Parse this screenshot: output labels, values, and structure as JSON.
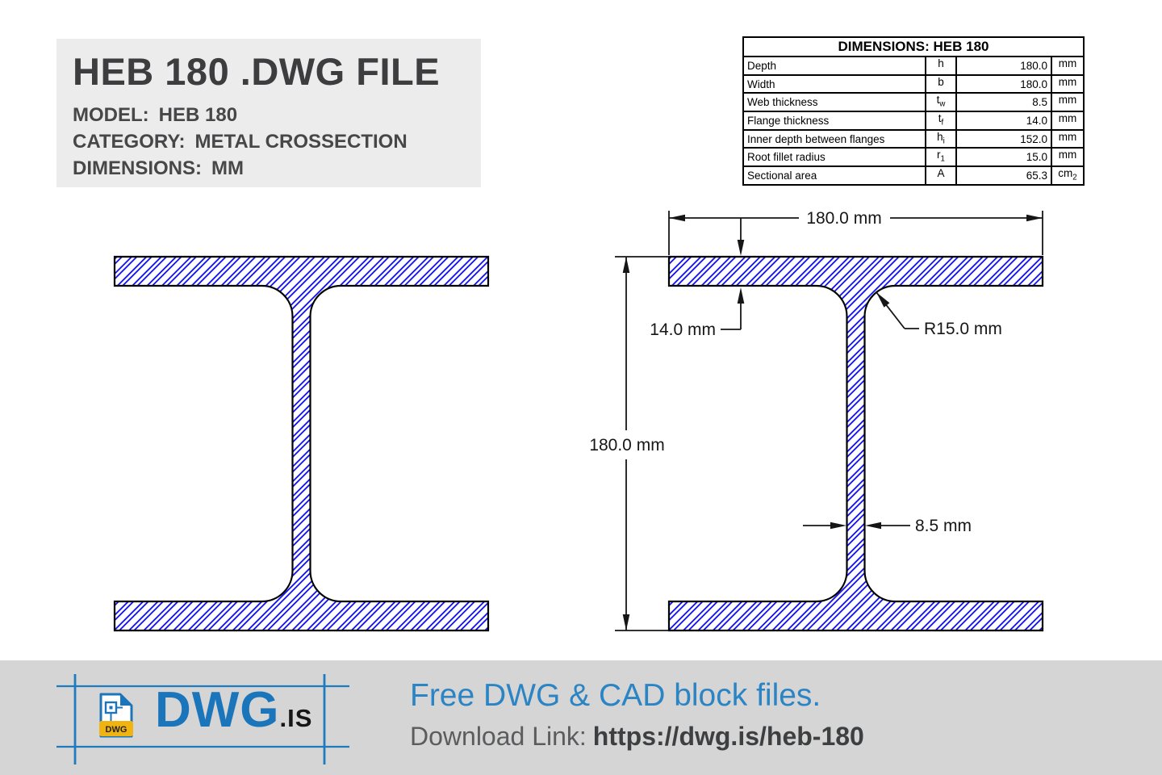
{
  "title_block": {
    "title": "HEB 180 .DWG FILE",
    "model_label": "MODEL:",
    "model_value": "HEB 180",
    "category_label": "CATEGORY:",
    "category_value": "METAL CROSSECTION",
    "dimensions_label": "DIMENSIONS:",
    "dimensions_value": "MM"
  },
  "dimensions_table": {
    "header": "DIMENSIONS: HEB 180",
    "rows": [
      {
        "name": "Depth",
        "sym": "h",
        "sub": "",
        "value": "180.0",
        "unit": "mm",
        "unit_sub": ""
      },
      {
        "name": "Width",
        "sym": "b",
        "sub": "",
        "value": "180.0",
        "unit": "mm",
        "unit_sub": ""
      },
      {
        "name": "Web thickness",
        "sym": "t",
        "sub": "w",
        "value": "8.5",
        "unit": "mm",
        "unit_sub": ""
      },
      {
        "name": "Flange thickness",
        "sym": "t",
        "sub": "f",
        "value": "14.0",
        "unit": "mm",
        "unit_sub": ""
      },
      {
        "name": "Inner depth between flanges",
        "sym": "h",
        "sub": "i",
        "value": "152.0",
        "unit": "mm",
        "unit_sub": ""
      },
      {
        "name": "Root fillet radius",
        "sym": "r",
        "sub": "1",
        "value": "15.0",
        "unit": "mm",
        "unit_sub": ""
      },
      {
        "name": "Sectional area",
        "sym": "A",
        "sub": "",
        "value": "65.3",
        "unit": "cm",
        "unit_sub": "2"
      }
    ]
  },
  "drawing": {
    "width_dim": "180.0 mm",
    "height_dim": "180.0 mm",
    "flange_dim": "14.0 mm",
    "radius_dim": "R15.0 mm",
    "web_dim": "8.5 mm",
    "hatch_color": "#0000ee",
    "outline_color": "#000000"
  },
  "footer": {
    "logo_text": "DWG",
    "logo_suffix": ".IS",
    "logo_badge": "DWG",
    "tagline": "Free DWG & CAD block files.",
    "download_label": "Download Link:",
    "download_url": "https://dwg.is/heb-180",
    "brand_blue": "#1b75bb",
    "accent_blue": "#2b84c4"
  }
}
